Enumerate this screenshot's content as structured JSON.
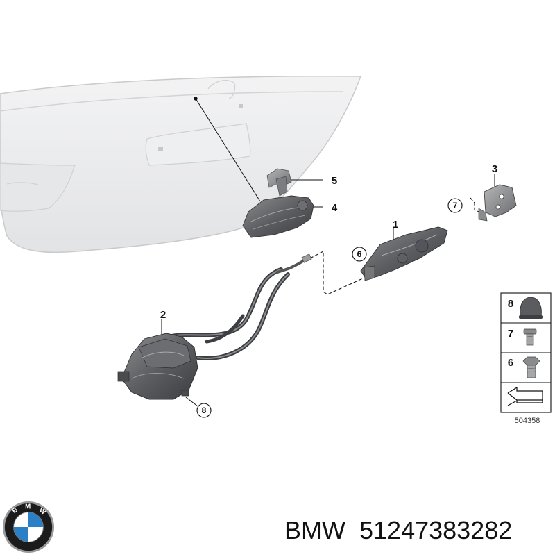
{
  "diagram": {
    "callouts": {
      "p1": "1",
      "p2": "2",
      "p3": "3",
      "p4": "4",
      "p5": "5",
      "p6": "6",
      "p7": "7",
      "p8": "8"
    },
    "legend": {
      "items": [
        "8",
        "7",
        "6"
      ],
      "doc_number": "504358"
    }
  },
  "caption": {
    "brand": "BMW",
    "part_number": "51247383282"
  },
  "logo": {
    "letters": "BMW",
    "colors": {
      "blue": "#2a7fc6",
      "ring": "#1b1b1b",
      "white": "#ffffff"
    }
  }
}
